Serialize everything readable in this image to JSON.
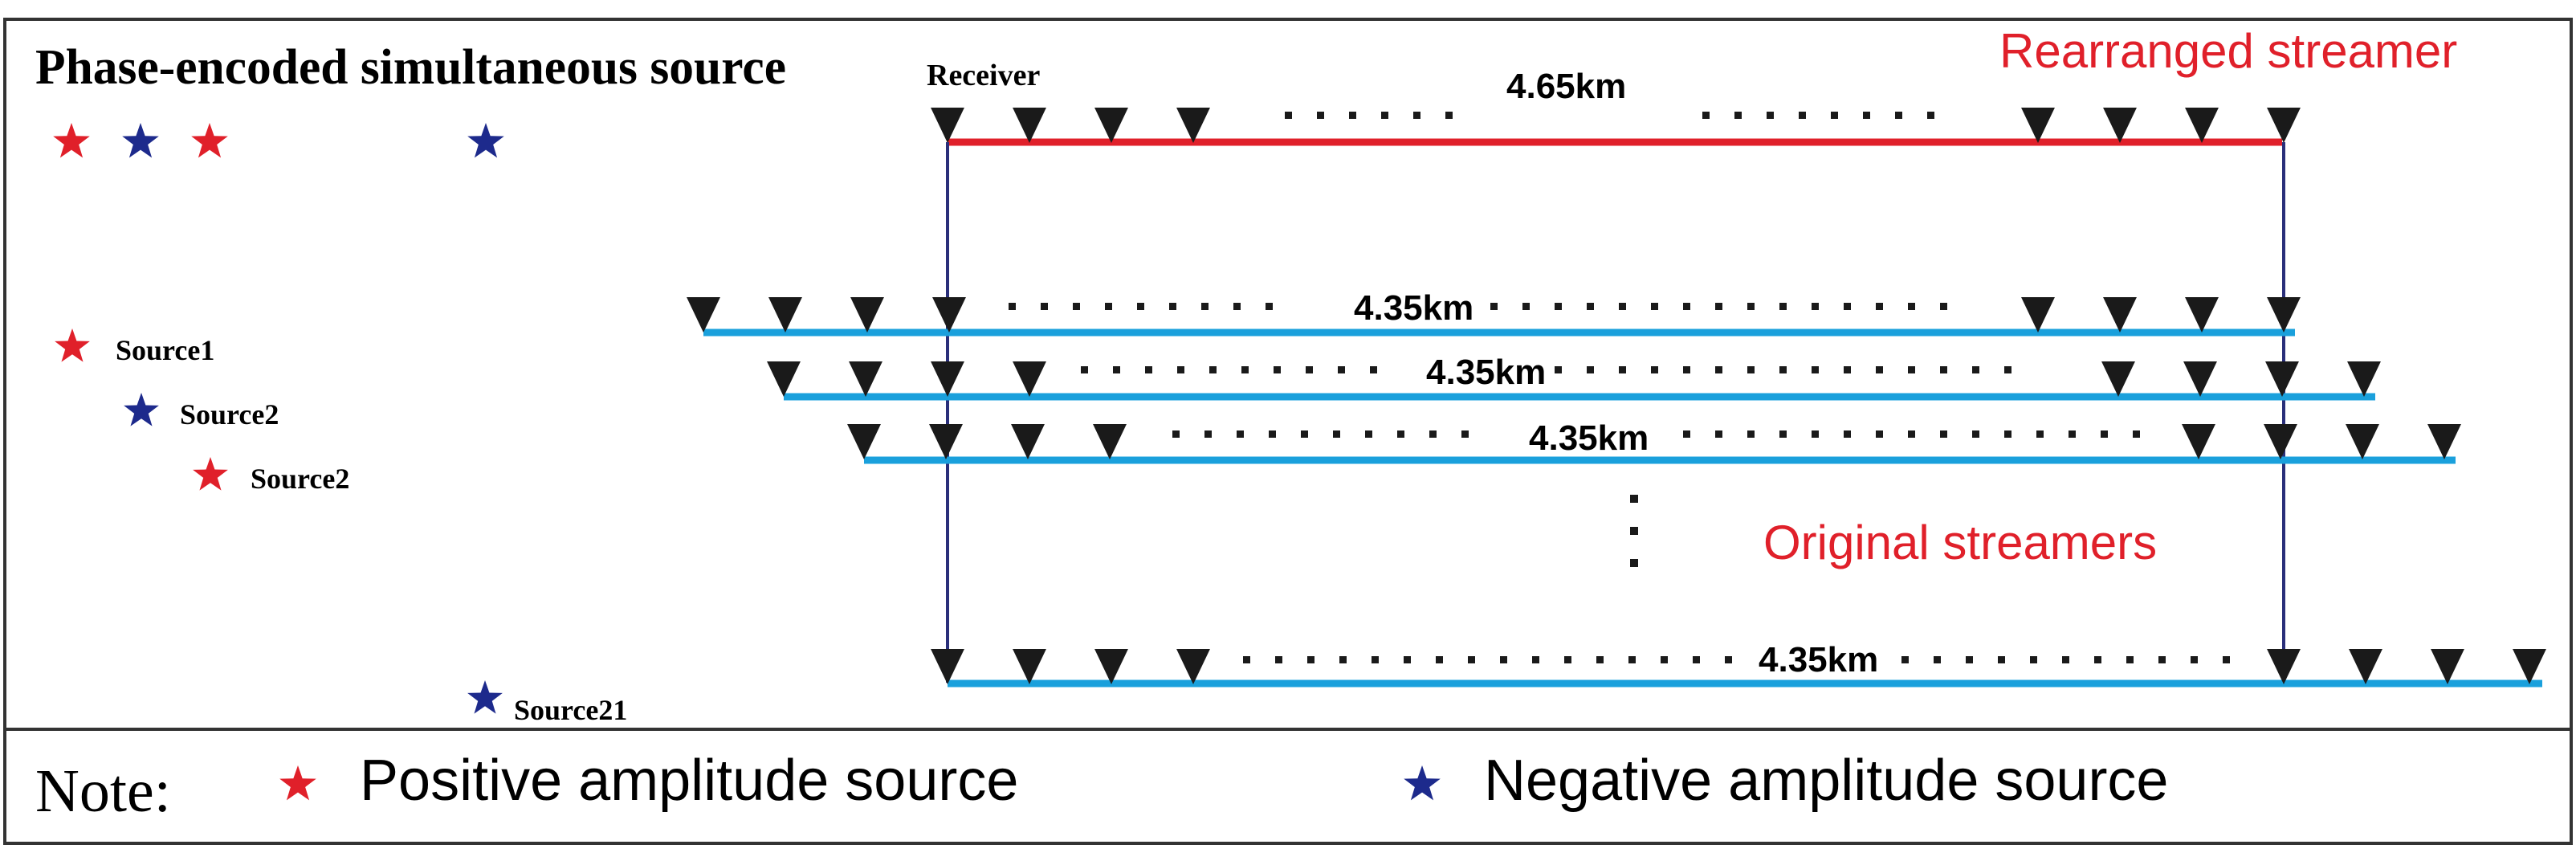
{
  "title": "Phase-encoded simultaneous source",
  "receiver_label": "Receiver",
  "rearranged": {
    "label": "Rearranged streamer",
    "length": "4.65km"
  },
  "original": {
    "label": "Original streamers",
    "lengths": [
      "4.35km",
      "4.35km",
      "4.35km",
      "4.35km"
    ]
  },
  "sources": {
    "s1": "Source1",
    "s2a": "Source2",
    "s2b": "Source2",
    "s21": "Source21"
  },
  "note": {
    "prefix": "Note:",
    "positive": "Positive amplitude source",
    "negative": "Negative amplitude source"
  },
  "colors": {
    "positive_star": "#e0202a",
    "negative_star": "#1d2a8c",
    "rearranged_line": "#e0202a",
    "original_line": "#1aa0dc",
    "vertical_guide": "#2a2f7a",
    "receiver": "#1a1a1a",
    "label_red": "#e0202a",
    "border": "#333333"
  },
  "icons": {
    "receiver": "triangle-down-icon",
    "positive": "star-icon",
    "negative": "star-icon",
    "continuation": "ellipsis-dots"
  }
}
